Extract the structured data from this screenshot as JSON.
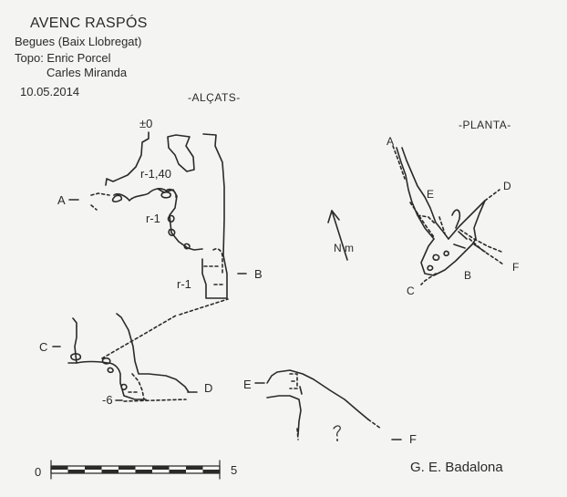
{
  "header": {
    "title": "AVENC RASPÓS",
    "location": "Begues (Baix Llobregat)",
    "topo_line1": "Topo: Enric Porcel",
    "topo_line2": "Carles Miranda",
    "date": "10.05.2014"
  },
  "sections": {
    "elevations": "-ALÇATS-",
    "plan": "-PLANTA-"
  },
  "elevation_labels": {
    "zero": "±0",
    "pitch_1_40": "r-1,40",
    "pitch_1_a": "r-1",
    "pitch_1_b": "r-1",
    "depth_6": "-6",
    "A": "A",
    "B": "B",
    "C": "C",
    "D": "D",
    "E": "E",
    "F": "F"
  },
  "plan_labels": {
    "A": "A",
    "B": "B",
    "C": "C",
    "D": "D",
    "E": "E",
    "F": "F"
  },
  "north_arrow": {
    "label": "N m"
  },
  "scale_bar": {
    "start": "0",
    "end": "5"
  },
  "credit": "G. E. Badalona",
  "colors": {
    "ink": "#2a2a2a",
    "paper": "#f4f4f2"
  }
}
